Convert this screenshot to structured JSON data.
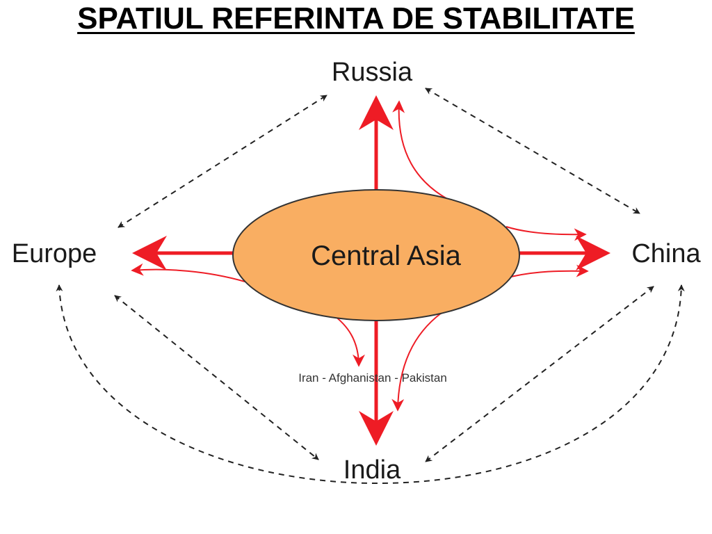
{
  "slide": {
    "title": "SPATIUL REFERINTA DE STABILITATE"
  },
  "diagram": {
    "center": {
      "label": "Central Asia",
      "fill": "#F9AE62",
      "stroke": "#333333"
    },
    "nodes": {
      "russia": "Russia",
      "europe": "Europe",
      "china": "China",
      "india": "India"
    },
    "corridor": "Iran - Afghanistan - Pakistan",
    "colors": {
      "influence_arrow": "#EE1C25",
      "relation_arrow": "#222222"
    }
  }
}
